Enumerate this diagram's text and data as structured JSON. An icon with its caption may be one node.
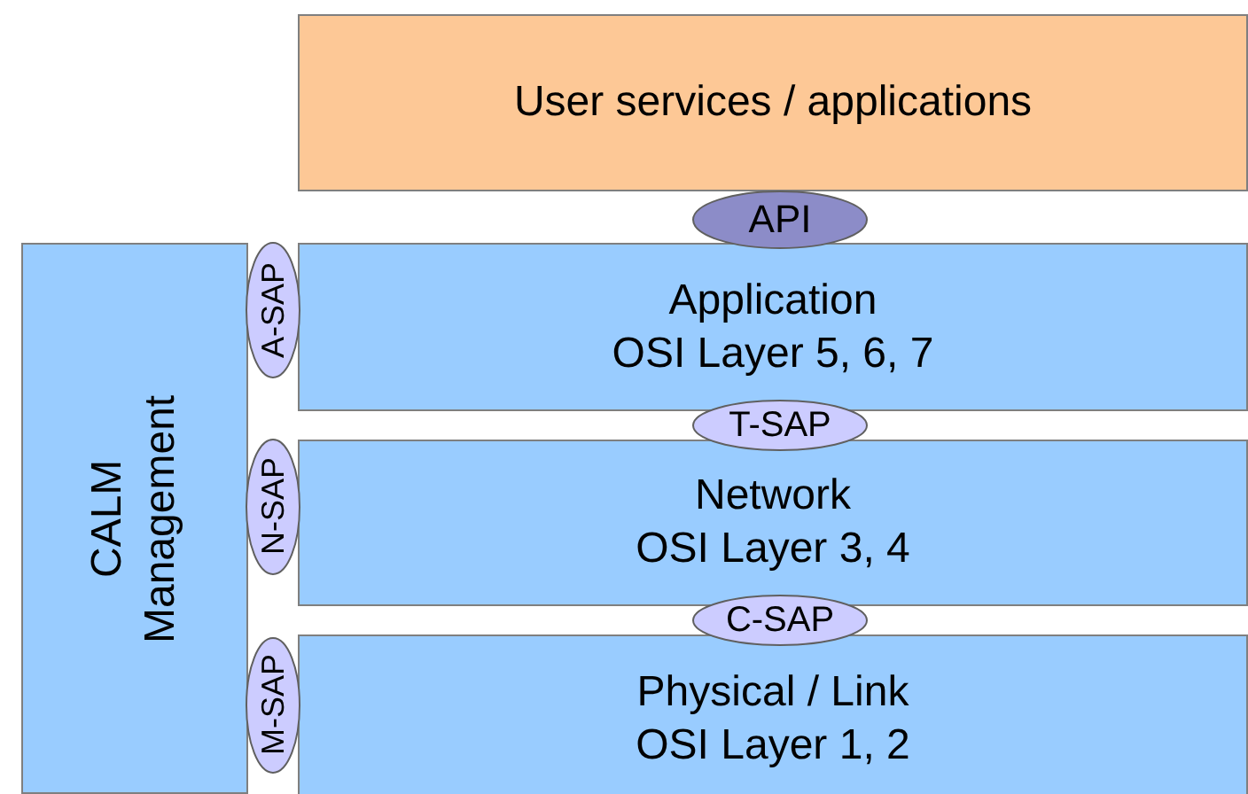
{
  "diagram": {
    "nodes": [
      {
        "text": [
          "User services / applications"
        ]
      },
      {
        "text": [
          "API"
        ]
      },
      {
        "text": [
          "CALM Management"
        ]
      },
      {
        "text": [
          "A-SAP"
        ]
      },
      {
        "text": [
          "Application",
          "OSI Layer 5, 6, 7"
        ]
      },
      {
        "text": [
          "T-SAP"
        ]
      },
      {
        "text": [
          "Network",
          "OSI Layer 3, 4"
        ]
      },
      {
        "text": [
          "N-SAP"
        ]
      },
      {
        "text": [
          "C-SAP"
        ]
      },
      {
        "text": [
          "Physical / Link",
          "OSI Layer 1, 2"
        ]
      },
      {
        "text": [
          "M-SAP"
        ]
      }
    ]
  }
}
